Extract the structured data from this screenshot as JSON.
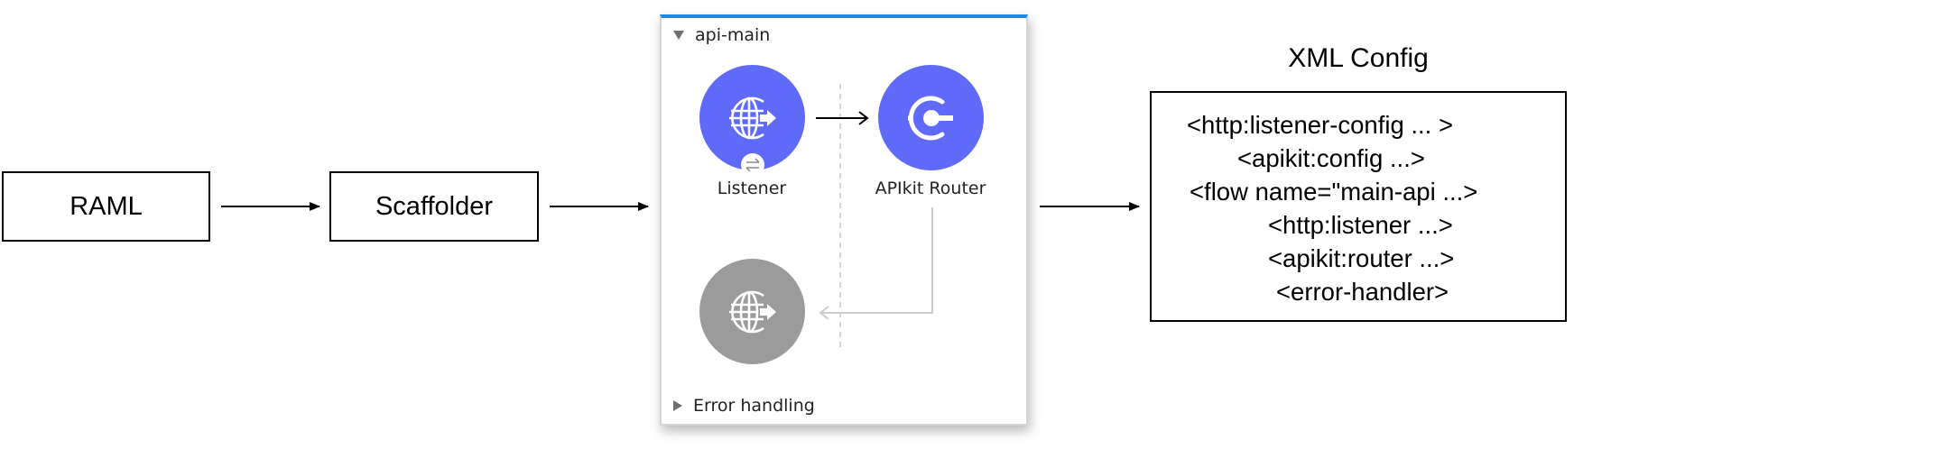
{
  "pipeline": {
    "raml_label": "RAML",
    "scaffolder_label": "Scaffolder"
  },
  "flow_panel": {
    "flow_name": "api-main",
    "error_section_label": "Error handling",
    "nodes": [
      {
        "label": "Listener",
        "icon": "http-listener-globe-icon",
        "color": "#5f6af8",
        "badge_icon": "exchange-arrows-icon"
      },
      {
        "label": "APIkit Router",
        "icon": "apikit-router-icon",
        "color": "#5f6af8"
      },
      {
        "label": "",
        "icon": "http-listener-globe-icon",
        "color": "#9b9b9b"
      }
    ],
    "accent_color": "#1e8ae8"
  },
  "xml_config": {
    "title": "XML Config",
    "lines": [
      "<http:listener-config ... >",
      "<apikit:config ...>",
      "<flow name=\"main-api ...>",
      "<http:listener ...>",
      "<apikit:router ...>",
      "<error-handler>"
    ]
  }
}
